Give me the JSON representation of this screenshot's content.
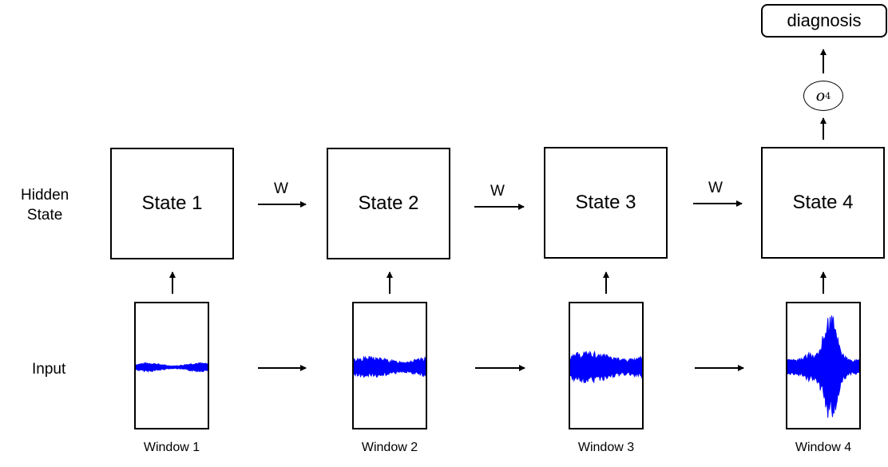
{
  "row_labels": {
    "hidden": "Hidden\nState",
    "input": "Input"
  },
  "states": [
    "State 1",
    "State 2",
    "State 3",
    "State 4"
  ],
  "windows": [
    "Window 1",
    "Window 2",
    "Window 3",
    "Window 4"
  ],
  "transition_label": "W",
  "output": {
    "symbol": "o",
    "subscript": "4"
  },
  "diagnosis": "diagnosis",
  "colors": {
    "signal": "#0000ff",
    "line": "#000000"
  }
}
